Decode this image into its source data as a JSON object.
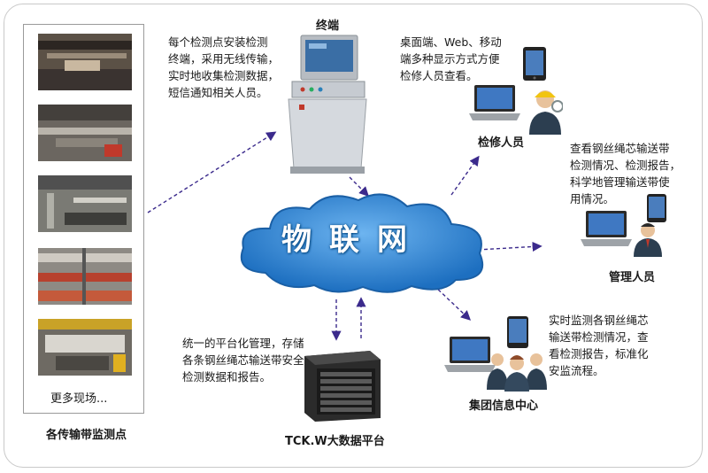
{
  "sites": {
    "title": "各传输带监测点",
    "more": "更多现场..."
  },
  "terminal": {
    "label": "终端",
    "description": [
      "每个检测点安装检测",
      "终端，采用无线传输，",
      "实时地收集检测数据，",
      "短信通知相关人员。"
    ]
  },
  "display": {
    "description": [
      "桌面端、Web、移动",
      "端多种显示方式方便",
      "检修人员查看。"
    ]
  },
  "maintenance": {
    "label": "检修人员"
  },
  "management": {
    "description": [
      "查看钢丝绳芯输送带",
      "检测情况、检测报告，",
      "科学地管理输送带使",
      "用情况。"
    ],
    "label": "管理人员"
  },
  "cloud": {
    "label": "物联网"
  },
  "platform": {
    "description": [
      "统一的平台化管理，存储",
      "各条钢丝绳芯输送带安全",
      "检测数据和报告。"
    ],
    "label": "TCK.W大数据平台"
  },
  "group": {
    "description": [
      "实时监测各钢丝绳芯",
      "输送带检测情况，查",
      "看检测报告，标准化",
      "安监流程。"
    ],
    "label": "集团信息中心"
  },
  "colors": {
    "arrow": "#3b2a8c",
    "cloud": "#2d7fd0",
    "accent": "#1a1a1a"
  }
}
